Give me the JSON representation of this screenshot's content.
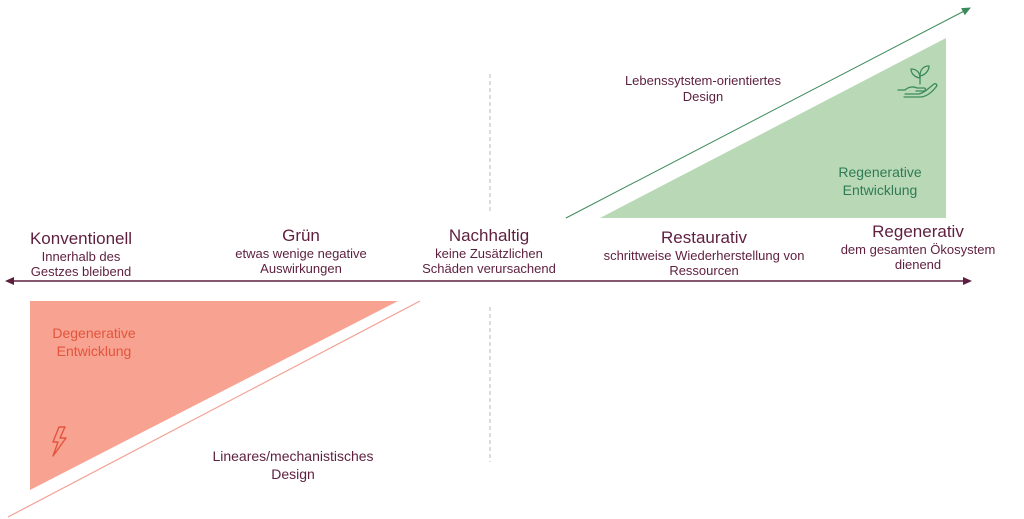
{
  "stages": [
    {
      "title": "Konventionell",
      "subtitle_line1": "Innerhalb des",
      "subtitle_line2": "Gestzes bleibend"
    },
    {
      "title": "Grün",
      "subtitle_line1": "etwas wenige negative",
      "subtitle_line2": "Auswirkungen"
    },
    {
      "title": "Nachhaltig",
      "subtitle_line1": "keine Zusätzlichen",
      "subtitle_line2": "Schäden verursachend"
    },
    {
      "title": "Restaurativ",
      "subtitle_line1": "schrittweise Wiederherstellung von",
      "subtitle_line2": "Ressourcen"
    },
    {
      "title": "Regenerativ",
      "subtitle_line1": "dem gesamten Ökosystem",
      "subtitle_line2": "dienend"
    }
  ],
  "regenerative": {
    "design_line1": "Lebenssytstem-orientiertes",
    "design_line2": "Design",
    "development_line1": "Regenerative",
    "development_line2": "Entwicklung",
    "icon": "hand-plant-icon",
    "color": "#b9d9b6"
  },
  "degenerative": {
    "design_line1": "Lineares/mechanistisches",
    "design_line2": "Design",
    "development_line1": "Degenerative",
    "development_line2": "Entwicklung",
    "icon": "lightning-icon",
    "color": "#f8a292"
  },
  "colors": {
    "text": "#5e1f3e",
    "regen_text": "#2f7a55",
    "degen_text": "#e2553c",
    "green_line": "#3d8a5c",
    "red_line": "#f3a296"
  }
}
